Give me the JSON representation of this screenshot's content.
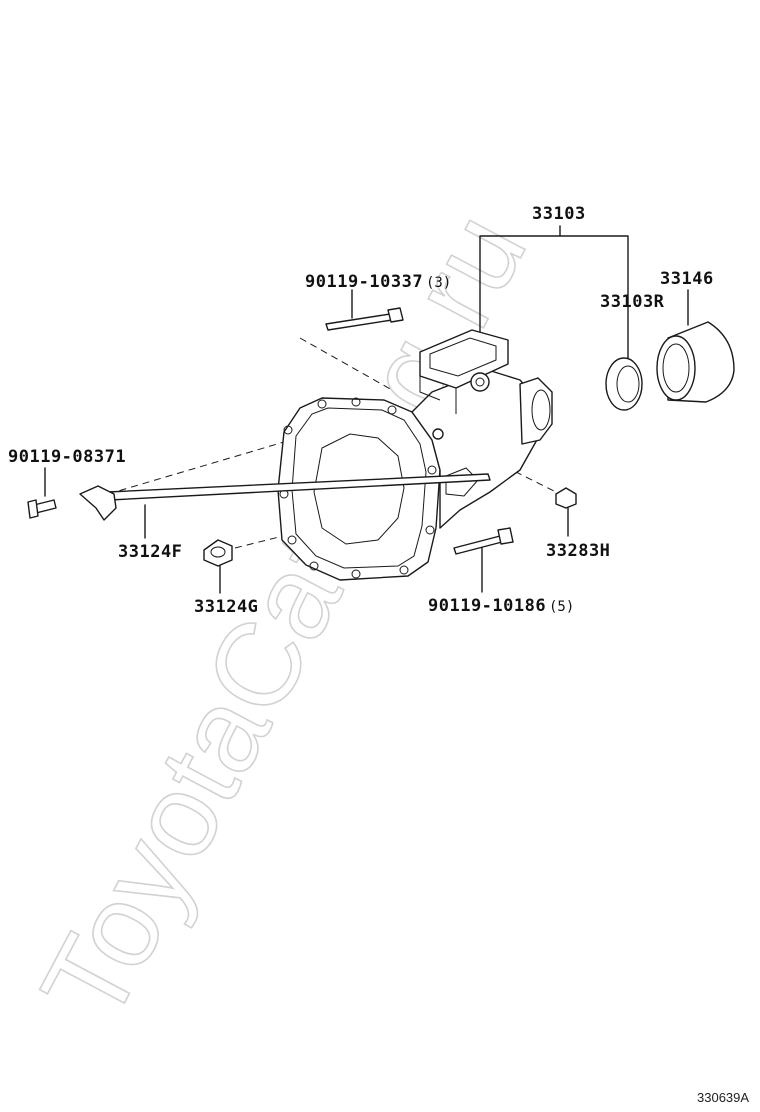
{
  "watermark": "ToyotaCatalog.ru",
  "figure_ref": "330639A",
  "colors": {
    "line": "#1a1a1a",
    "watermark": "#d2d2d2",
    "background": "#ffffff"
  },
  "parts": [
    {
      "id": "33103",
      "label": "33103"
    },
    {
      "id": "33146",
      "label": "33146"
    },
    {
      "id": "33103R",
      "label": "33103R"
    },
    {
      "id": "90119-10337",
      "label": "90119-10337",
      "qty": "(3)"
    },
    {
      "id": "90119-08371",
      "label": "90119-08371"
    },
    {
      "id": "33124F",
      "label": "33124F"
    },
    {
      "id": "33124G",
      "label": "33124G"
    },
    {
      "id": "33283H",
      "label": "33283H"
    },
    {
      "id": "90119-10186",
      "label": "90119-10186",
      "qty": "(5)"
    }
  ]
}
